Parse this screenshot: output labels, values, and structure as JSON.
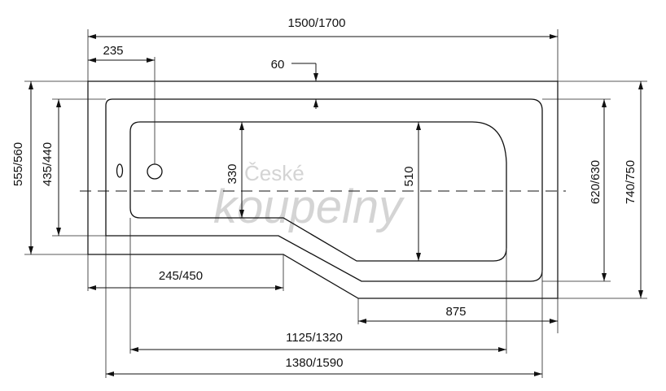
{
  "dimensions": {
    "overall_length": "1500/1700",
    "drain_offset": "235",
    "rim_width": "60",
    "outer_width": "555/560",
    "inner_width": "435/440",
    "narrow_width": "330",
    "wide_width": "510",
    "wide_inner_width": "620/630",
    "wide_outer_width": "740/750",
    "step_length": "245/450",
    "wide_section_length": "875",
    "inner_bottom_length": "1125/1320",
    "inner_top_length": "1380/1590"
  },
  "watermark": {
    "line1": "České",
    "line2": "koupelny"
  }
}
